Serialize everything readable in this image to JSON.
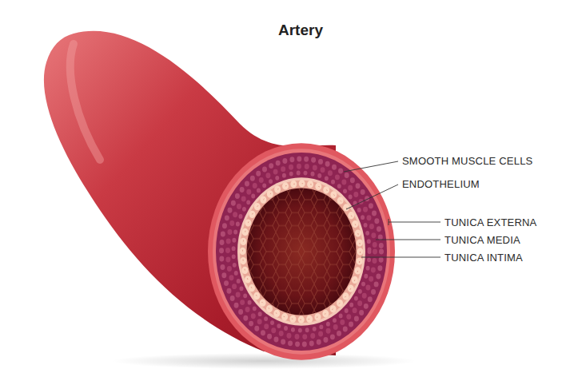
{
  "diagram": {
    "title": "Artery",
    "labels": [
      "SMOOTH MUSCLE CELLS",
      "ENDOTHELIUM",
      "TUNICA EXTERNA",
      "TUNICA MEDIA",
      "TUNICA INTIMA"
    ]
  }
}
